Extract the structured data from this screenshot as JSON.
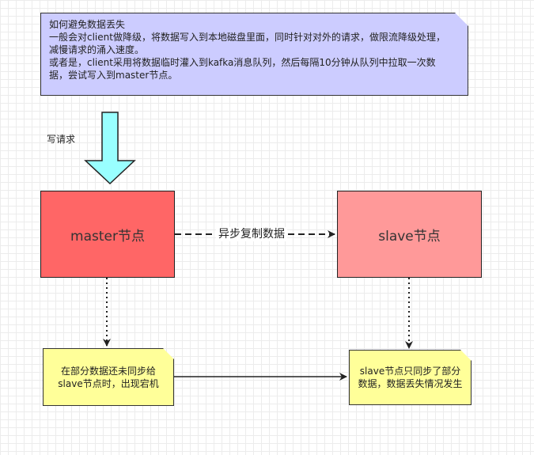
{
  "note_top": {
    "title": "如何避免数据丢失",
    "line1": "一般会对client做降级，将数据写入到本地磁盘里面，同时针对对外的请求，做限流降级处理，减慢请求的涌入速度。",
    "line2": "或者是，client采用将数据临时灌入到kafka消息队列，然后每隔10分钟从队列中拉取一次数据，尝试写入到master节点。"
  },
  "write_request_label": "写请求",
  "master_node": {
    "label": "master节点",
    "fill": "#ff6666"
  },
  "slave_node": {
    "label": "slave节点",
    "fill": "#ff9999"
  },
  "replication_edge_label": "异步复制数据",
  "note_master": "在部分数据还未同步给slave节点时，出现宕机",
  "note_slave": "slave节点只同步了部分数据，数据丢失情况发生",
  "colors": {
    "note_top": "#ccccff",
    "note_yellow": "#ffff99",
    "arrow": "#99ffff"
  }
}
